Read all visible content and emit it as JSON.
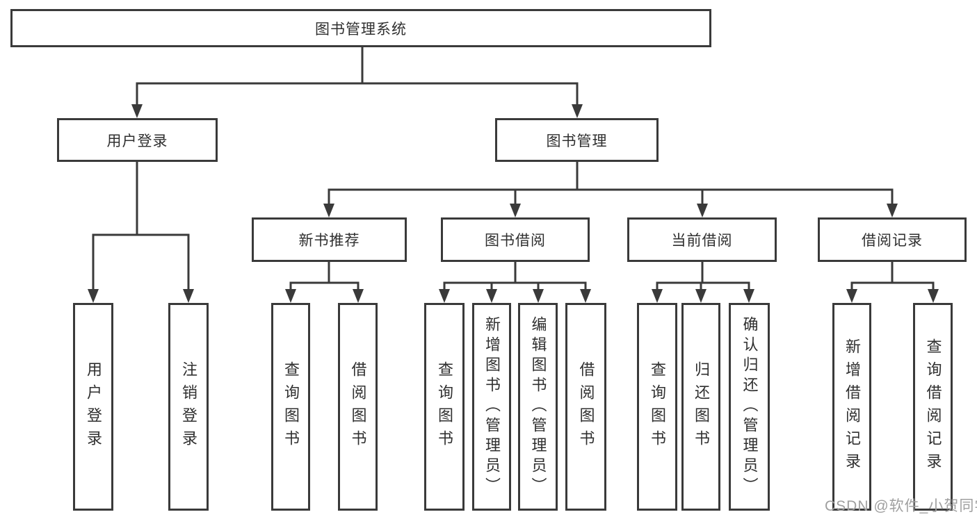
{
  "diagram": {
    "root": {
      "label": "图书管理系统"
    },
    "level2": [
      {
        "label": "用户登录"
      },
      {
        "label": "图书管理"
      }
    ],
    "level3": [
      {
        "label": "新书推荐"
      },
      {
        "label": "图书借阅"
      },
      {
        "label": "当前借阅"
      },
      {
        "label": "借阅记录"
      }
    ],
    "leaves": {
      "user_login": [
        "用户登录",
        "注销登录"
      ],
      "new_books": [
        "查询图书",
        "借阅图书"
      ],
      "borrowing": [
        "查询图书",
        "新增图书（管理员）",
        "编辑图书（管理员）",
        "借阅图书"
      ],
      "current": [
        "查询图书",
        "归还图书",
        "确认归还（管理员）"
      ],
      "records": [
        "新增借阅记录",
        "查询借阅记录"
      ]
    }
  },
  "watermark": {
    "text": "CSDN @软件_小贺同学"
  },
  "colors": {
    "line": "#3a3a3a",
    "text": "#2f2f2f",
    "watermark_text": "#9f9f9f",
    "background": "#ffffff"
  }
}
